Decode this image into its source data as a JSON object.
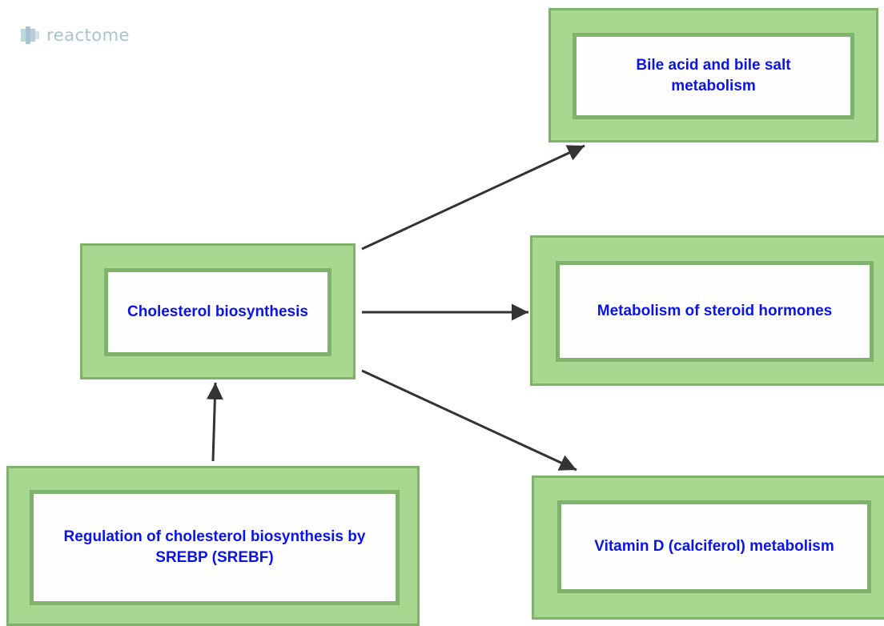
{
  "brand": {
    "name": "reactome",
    "icon": "reactome-logo-icon"
  },
  "colors": {
    "node_fill": "#a6d98f",
    "node_border": "#7fb36c",
    "label": "#0a14e6",
    "edge": "#333333"
  },
  "nodes": {
    "cholesterol": {
      "label": "Cholesterol biosynthesis"
    },
    "bile": {
      "label": "Bile acid and bile salt metabolism"
    },
    "steroid": {
      "label": "Metabolism of steroid hormones"
    },
    "vitd": {
      "label": "Vitamin D (calciferol) metabolism"
    },
    "srebp": {
      "label": "Regulation of cholesterol biosynthesis by SREBP (SREBF)"
    }
  },
  "edges": [
    {
      "from": "cholesterol",
      "to": "bile"
    },
    {
      "from": "cholesterol",
      "to": "steroid"
    },
    {
      "from": "cholesterol",
      "to": "vitd"
    },
    {
      "from": "srebp",
      "to": "cholesterol"
    }
  ]
}
